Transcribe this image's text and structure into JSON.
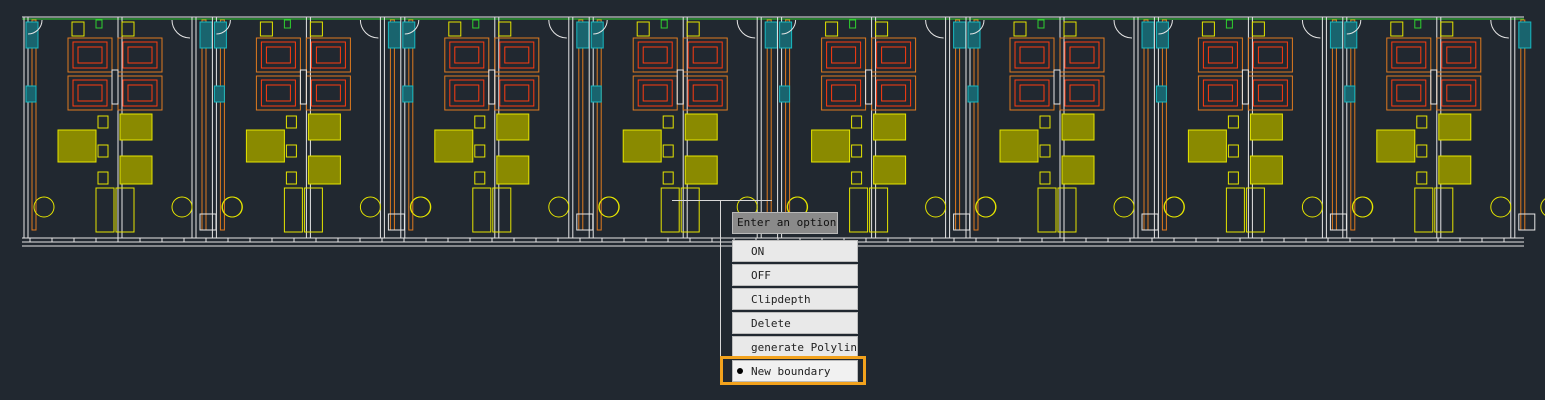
{
  "canvas": {
    "background": "#212830"
  },
  "drawing": {
    "bay_count": 8,
    "colors": {
      "white": "#e6e6e6",
      "yellow": "#e5e500",
      "orange": "#e07a1f",
      "red": "#ff3b10",
      "green": "#2fd12f",
      "cyan": "#18b8c0",
      "teal": "#19646e",
      "olive": "#8a8a00",
      "grey": "#a0a0a0"
    }
  },
  "command": {
    "prompt": "Enter an option"
  },
  "menu": {
    "options": [
      {
        "label": "ON"
      },
      {
        "label": "OFF"
      },
      {
        "label": "Clipdepth"
      },
      {
        "label": "Delete"
      },
      {
        "label": "generate Polyline"
      },
      {
        "label": "New boundary",
        "selected": true
      }
    ]
  },
  "highlight": {
    "color": "#f2a21d"
  }
}
